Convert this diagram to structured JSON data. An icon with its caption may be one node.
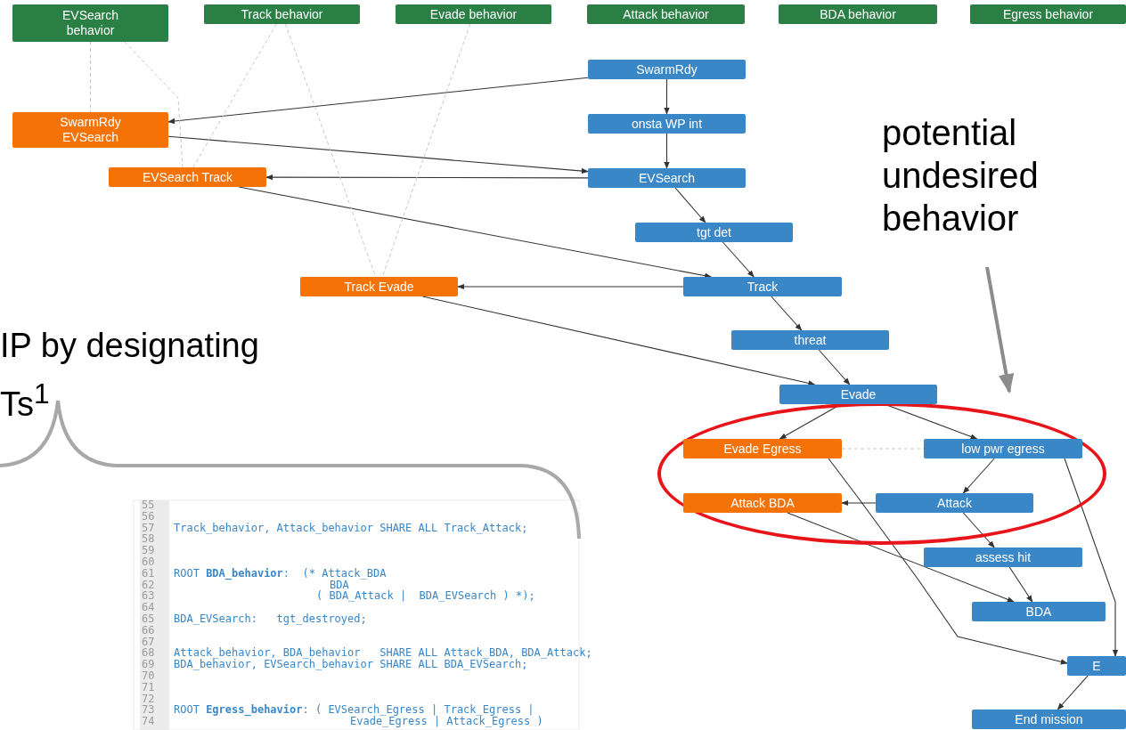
{
  "diagram": {
    "nodes": [
      {
        "text": [
          "EVSearch behavior"
        ]
      },
      {
        "text": [
          "Track behavior"
        ]
      },
      {
        "text": [
          "Evade behavior"
        ]
      },
      {
        "text": [
          "Attack behavior"
        ]
      },
      {
        "text": [
          "BDA behavior"
        ]
      },
      {
        "text": [
          "Egress behavior"
        ]
      },
      {
        "text": [
          "SwarmRdy"
        ]
      },
      {
        "text": [
          "SwarmRdy EVSearch"
        ]
      },
      {
        "text": [
          "onsta WP int"
        ]
      },
      {
        "text": [
          "EVSearch Track"
        ]
      },
      {
        "text": [
          "EVSearch"
        ]
      },
      {
        "text": [
          "tgt det"
        ]
      },
      {
        "text": [
          "Track Evade"
        ]
      },
      {
        "text": [
          "Track"
        ]
      },
      {
        "text": [
          "threat"
        ]
      },
      {
        "text": [
          "Evade"
        ]
      },
      {
        "text": [],
        "shape": "ellipse"
      },
      {
        "text": [
          "Evade Egress"
        ],
        "in": 16
      },
      {
        "text": [
          "low pwr egress"
        ],
        "in": 16
      },
      {
        "text": [
          "Attack BDA"
        ],
        "in": 16
      },
      {
        "text": [
          "Attack"
        ],
        "in": 16
      },
      {
        "text": [
          "assess hit"
        ]
      },
      {
        "text": [
          "BDA"
        ]
      },
      {
        "text": [
          "E"
        ]
      },
      {
        "text": [
          "End mission"
        ]
      },
      {
        "text": [
          "potential undesired behavior"
        ]
      }
    ],
    "edges": [
      {
        "from": 6,
        "to": 7,
        "arrow": "to"
      },
      {
        "from": 6,
        "to": 8,
        "arrow": "to"
      },
      {
        "from": 8,
        "to": 10,
        "arrow": "to"
      },
      {
        "from": 7,
        "to": 10,
        "arrow": "to"
      },
      {
        "from": 10,
        "to": 9,
        "arrow": "to"
      },
      {
        "from": 10,
        "to": 11,
        "arrow": "to"
      },
      {
        "from": 9,
        "to": 13,
        "arrow": "to"
      },
      {
        "from": 11,
        "to": 13,
        "arrow": "to"
      },
      {
        "from": 13,
        "to": 12,
        "arrow": "to"
      },
      {
        "from": 13,
        "to": 14,
        "arrow": "to"
      },
      {
        "from": 12,
        "to": 15,
        "arrow": "to"
      },
      {
        "from": 14,
        "to": 15,
        "arrow": "to"
      },
      {
        "from": 15,
        "to": 17,
        "arrow": "to"
      },
      {
        "from": 15,
        "to": 18,
        "arrow": "to"
      },
      {
        "from": 18,
        "to": 20,
        "arrow": "to"
      },
      {
        "from": 20,
        "to": 19,
        "arrow": "to"
      },
      {
        "from": 20,
        "to": 21,
        "arrow": "to"
      },
      {
        "from": 19,
        "to": 22,
        "arrow": "to"
      },
      {
        "from": 21,
        "to": 22,
        "arrow": "to"
      },
      {
        "from": 17,
        "to": 23,
        "arrow": "to"
      },
      {
        "from": 18,
        "to": 23,
        "arrow": "to"
      },
      {
        "from": 23,
        "to": 24,
        "arrow": "to"
      },
      {
        "from": 25,
        "to": 16,
        "arrow": "to",
        "style": "thick",
        "color": "#8c8c8c"
      },
      {
        "from": 0,
        "to": 7,
        "arrow": "none",
        "style": "dashed",
        "color": "#c8c8c8"
      },
      {
        "from": 0,
        "to": 9,
        "arrow": "none",
        "style": "dashed",
        "color": "#c8c8c8"
      },
      {
        "from": 1,
        "to": 9,
        "arrow": "none",
        "style": "dashed",
        "color": "#c8c8c8"
      },
      {
        "from": 1,
        "to": 12,
        "arrow": "none",
        "style": "dashed",
        "color": "#c8c8c8"
      },
      {
        "from": 2,
        "to": 12,
        "arrow": "none",
        "style": "dashed",
        "color": "#c8c8c8"
      },
      {
        "from": 17,
        "to": 18,
        "arrow": "none",
        "style": "dashed",
        "color": "#c8c8c8"
      }
    ],
    "labels": [
      "IP by designating",
      "Ts$^{1}$",
      "55",
      "56",
      "57",
      "Track_behavior, Attack_behavior SHARE ALL Track_Attack;",
      "58",
      "59",
      "60",
      "61",
      "ROOT **BDA_behavior**:  (* Attack_BDA",
      "62",
      "BDA",
      "63",
      "( BDA_Attack |  BDA_EVSearch ) *);",
      "64",
      "65",
      "BDA_EVSearch:   tgt_destroyed;",
      "66",
      "67",
      "68",
      "Attack_behavior, BDA_behavior   SHARE ALL Attack_BDA, BDA_Attack;",
      "69",
      "BDA_behavior, EVSearch_behavior SHARE ALL BDA_EVSearch;",
      "70",
      "71",
      "72",
      "73",
      "ROOT **Egress_behavior**: ( EVSearch_Egress | Track_Egress |",
      "74",
      "Evade_Egress | Attack_Egress )"
    ]
  }
}
